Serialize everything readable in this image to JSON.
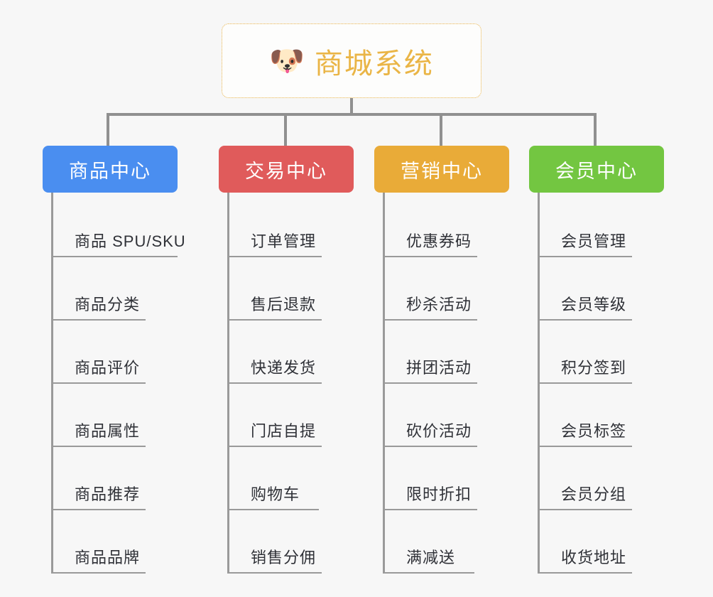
{
  "root": {
    "icon": "shiba-dog-emoji",
    "emoji_glyph": "🐶",
    "title": "商城系统",
    "title_color": "#eab546",
    "border_color": "#e9b44c"
  },
  "bus": {
    "line_color": "#909090"
  },
  "columns": [
    {
      "id": "product-center",
      "header": "商品中心",
      "color": "#4a8ef0",
      "items": [
        "商品 SPU/SKU",
        "商品分类",
        "商品评价",
        "商品属性",
        "商品推荐",
        "商品品牌"
      ]
    },
    {
      "id": "trade-center",
      "header": "交易中心",
      "color": "#e05b5b",
      "items": [
        "订单管理",
        "售后退款",
        "快递发货",
        "门店自提",
        "购物车",
        "销售分佣"
      ]
    },
    {
      "id": "marketing-center",
      "header": "营销中心",
      "color": "#e9ab38",
      "items": [
        "优惠券码",
        "秒杀活动",
        "拼团活动",
        "砍价活动",
        "限时折扣",
        "满减送"
      ]
    },
    {
      "id": "member-center",
      "header": "会员中心",
      "color": "#73c641",
      "items": [
        "会员管理",
        "会员等级",
        "积分签到",
        "会员标签",
        "会员分组",
        "收货地址"
      ]
    }
  ]
}
